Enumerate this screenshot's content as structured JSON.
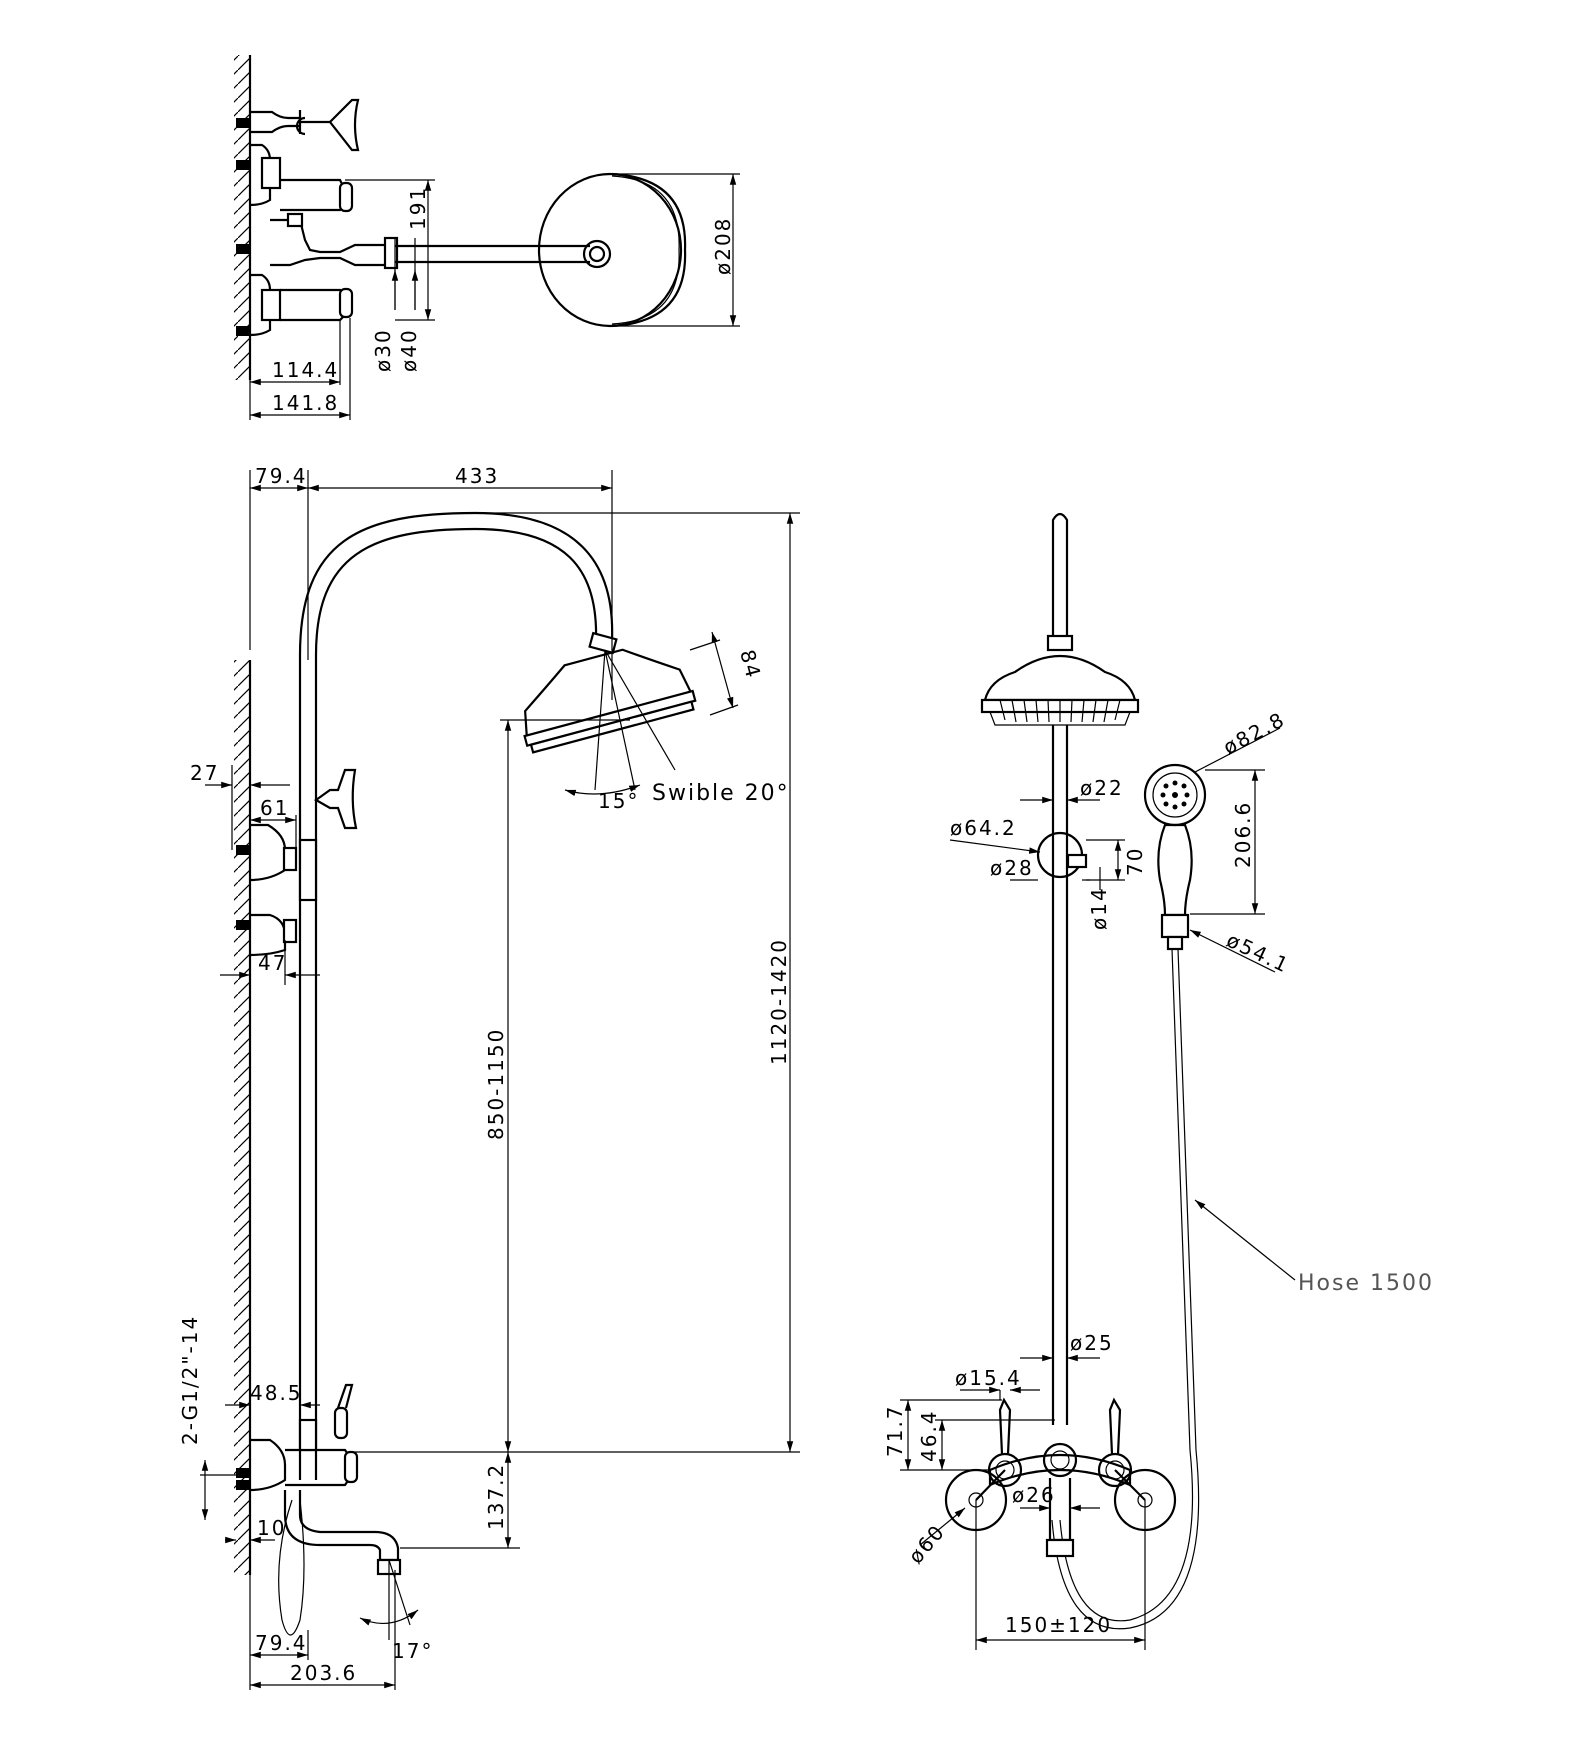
{
  "dimensions": {
    "top_view": {
      "d114_4": "114.4",
      "d141_8": "141.8",
      "d191": "191",
      "d208": "ø208",
      "d30": "ø30",
      "d40": "ø40"
    },
    "side_view": {
      "d79_4_top": "79.4",
      "d433": "433",
      "d84": "84",
      "swivel": "Swible 20°",
      "angle15": "15°",
      "d27": "27",
      "d61": "61",
      "d47": "47",
      "d850_1150": "850-1150",
      "d1120_1420": "1120-1420",
      "thread": "2-G1/2\"-14",
      "d48_5": "48.5",
      "d10": "10",
      "d137_2": "137.2",
      "d79_4_bottom": "79.4",
      "d203_6": "203.6",
      "angle17": "17°"
    },
    "front_view": {
      "d22": "ø22",
      "d64_2": "ø64.2",
      "d28": "ø28",
      "d70": "70",
      "d14": "ø14",
      "d82_8": "ø82.8",
      "d206_6": "206.6",
      "d54_1": "ø54.1",
      "hose": "Hose 1500",
      "d25": "ø25",
      "d15_4": "ø15.4",
      "d71_7": "71.7",
      "d46_4": "46.4",
      "d26": "ø26",
      "d60": "ø60",
      "d150_120": "150±120"
    }
  }
}
